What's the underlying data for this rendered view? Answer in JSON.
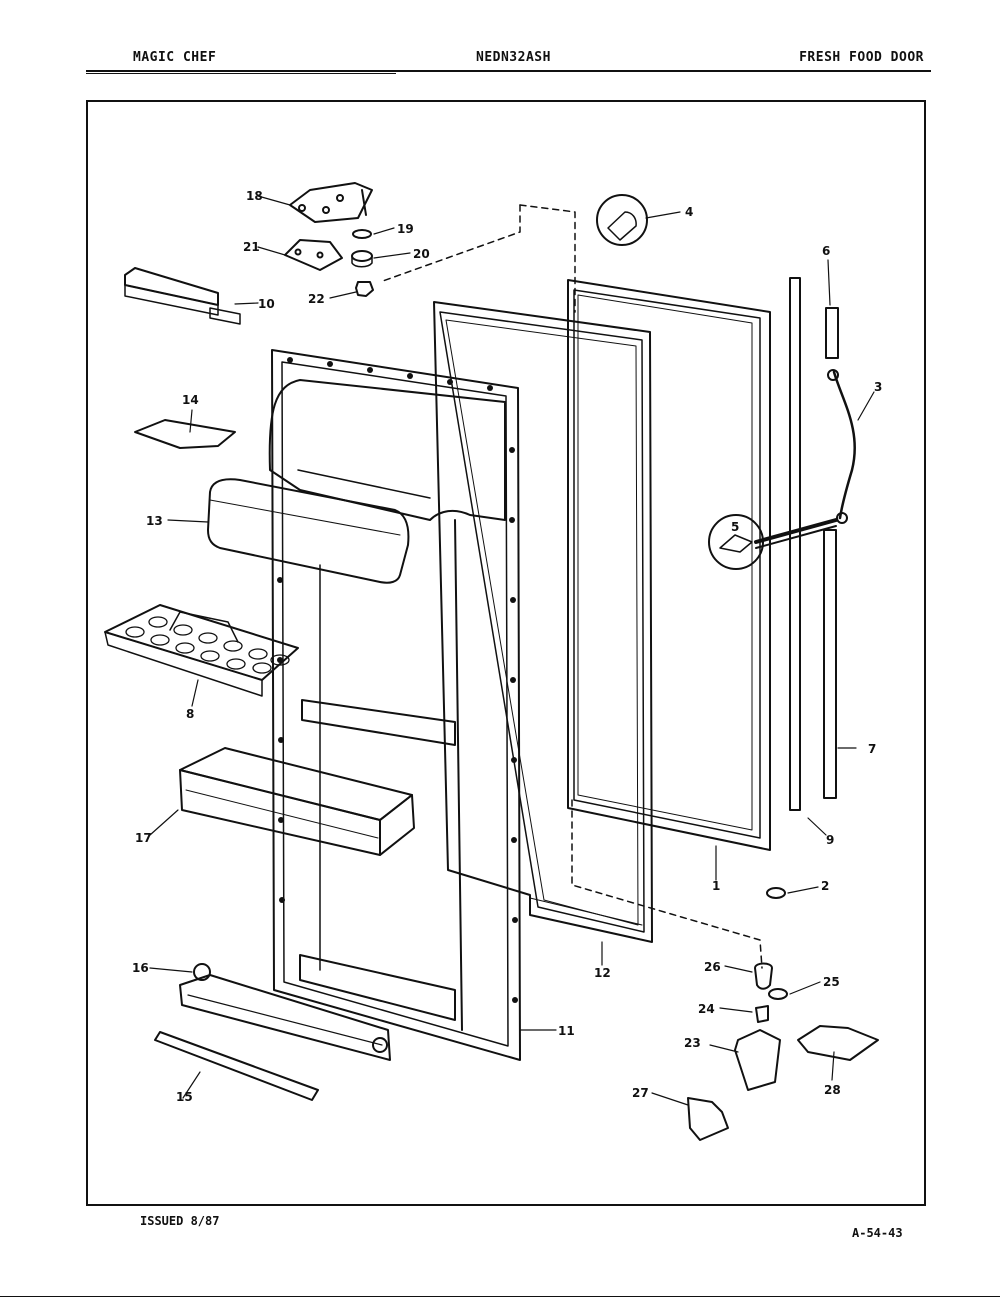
{
  "header": {
    "brand": "MAGIC CHEF",
    "model": "NEDN32ASH",
    "section": "FRESH FOOD DOOR"
  },
  "footer": {
    "issued": "ISSUED 8/87",
    "doc_code": "A-54-43"
  },
  "parts": {
    "p1": "1",
    "p2": "2",
    "p3": "3",
    "p4": "4",
    "p5": "5",
    "p6": "6",
    "p7": "7",
    "p8": "8",
    "p9": "9",
    "p10": "10",
    "p11": "11",
    "p12": "12",
    "p13": "13",
    "p14": "14",
    "p15": "15",
    "p16": "16",
    "p17": "17",
    "p18": "18",
    "p19": "19",
    "p20": "20",
    "p21": "21",
    "p22": "22",
    "p23": "23",
    "p24": "24",
    "p25": "25",
    "p26": "26",
    "p27": "27",
    "p28": "28"
  }
}
